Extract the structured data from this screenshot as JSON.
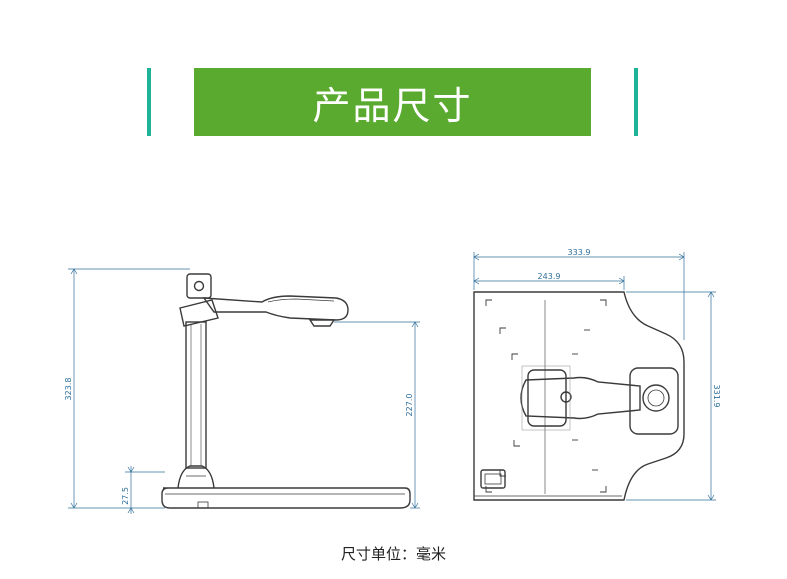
{
  "title": "产品尺寸",
  "colors": {
    "title_bg": "#5aaa2f",
    "accent": "#1fb39a",
    "dimension": "#2f6f9a",
    "outline": "#3a3a3a"
  },
  "side_view": {
    "height_total": "323.8",
    "height_lens": "227.0",
    "base_height": "27.5"
  },
  "top_view": {
    "width_total": "333.9",
    "width_plate": "243.9",
    "depth": "331.9"
  },
  "footer": "尺寸单位：毫米"
}
